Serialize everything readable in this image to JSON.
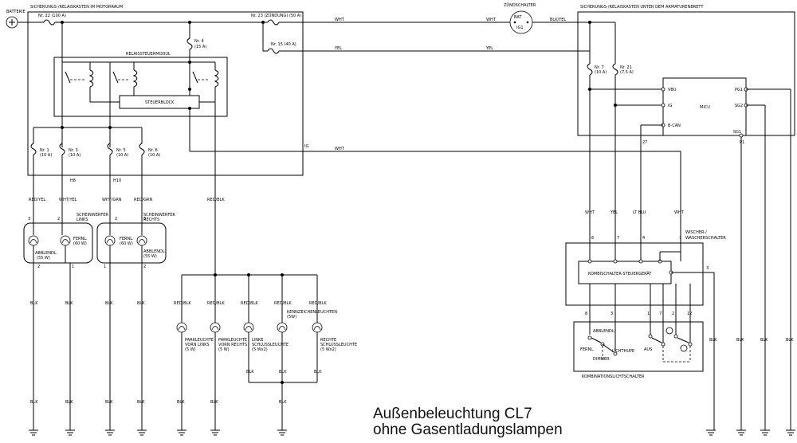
{
  "title": {
    "line1": "Außenbeleuchtung CL7",
    "line2": "ohne Gasentladungslampen"
  },
  "battery": {
    "label": "BATTERIE"
  },
  "engine_box": {
    "label": "SICHERUNGS-/RELAISKASTEN IM MOTORRAUM"
  },
  "dash_box": {
    "label": "SICHERUNGS-/RELAISKASTEN UNTER DEM ARMATURENBRETT"
  },
  "relay_module": {
    "label": "RELAISSTEUERMODUL",
    "control_block": "STEUERBLOCK"
  },
  "ignition_switch": {
    "label": "ZÜNDSCHALTER",
    "bat": "BAT",
    "ig1": "IG1"
  },
  "fuses": {
    "f22a": "Nr. 22 (100 A)",
    "f23": "Nr. 23 (ZÜNDUNG) (50 A)",
    "f15": "Nr. 15 (40 A)",
    "f4": "Nr. 4",
    "f4b": "(15 A)",
    "f1": "Nr. 1",
    "f1b": "(10 A)",
    "f3": "Nr. 3",
    "f3b": "(10 A)",
    "f5": "Nr. 5",
    "f5b": "(10 A)",
    "f6": "Nr. 6",
    "f6b": "(10 A)",
    "f7": "Nr. 7",
    "f7b": "(10 A)",
    "f21": "Nr. 21",
    "f21b": "(7,5 A)"
  },
  "micu": {
    "label": "MICU",
    "vbu": "VBU",
    "ig": "IG",
    "bcan": "B-CAN",
    "pg1": "PG1",
    "sg2": "SG2",
    "sg1": "SG1",
    "p1": "P1",
    "pin27": "27"
  },
  "wires": {
    "wht": "WHT",
    "yel": "YEL",
    "blk_yel": "BLK/YEL",
    "ig": "IG",
    "red_yel": "RED/YEL",
    "wht_yel": "WHT/YEL",
    "wht_grn": "WHT/GRN",
    "red_grn": "RED/GRN",
    "red_blk": "RED/BLK",
    "blk": "BLK",
    "lt_blu": "LT BLU",
    "h8": "H8",
    "h10": "H10"
  },
  "headlights": {
    "left_label": "SCHEINWERFER",
    "left_label2": "LINKS",
    "right_label": "SCHEINWERFER",
    "right_label2": "RECHTS",
    "low": "ABBLENDL.",
    "low_w": "(55 W)",
    "high": "FERNL.",
    "high_w": "(60 W)"
  },
  "lamps": {
    "park_left": "PARKLEUCHTE",
    "park_left2": "VORN LINKS",
    "park_left3": "(5 W)",
    "park_right": "PARKLEUCHTE",
    "park_right2": "VORN RECHTS",
    "park_right3": "(5 W)",
    "tail_left": "LINKE",
    "tail_left2": "SCHLUSSLEUCHTE",
    "tail_left3": "(5 Wx2)",
    "plate": "KENNZEICHENLEUCHTEN",
    "plate2": "(5W)",
    "tail_right": "RECHTE",
    "tail_right2": "SCHLUSSLEUCHTE",
    "tail_right3": "(5 Wx2)"
  },
  "combi": {
    "wiper": "WISCHER-/",
    "wiper2": "WASCHERSCHALTER",
    "control_unit": "KOMBISCHALTER-STEUERGERÄT",
    "light_switch": "KOMBINATIONSLICHTSCHALTER",
    "low": "ABBLENDL.",
    "high": "FERNL.",
    "flash": "LICHTHUPE",
    "dimmer": "DIMMER",
    "off": "AUS"
  },
  "pins": {
    "p1": "1",
    "p2": "2",
    "p3": "3",
    "p4": "4",
    "p6": "6",
    "p7": "7",
    "p8": "8",
    "p12": "12"
  },
  "colors": {
    "line": "#000000",
    "background": "#ffffff"
  }
}
